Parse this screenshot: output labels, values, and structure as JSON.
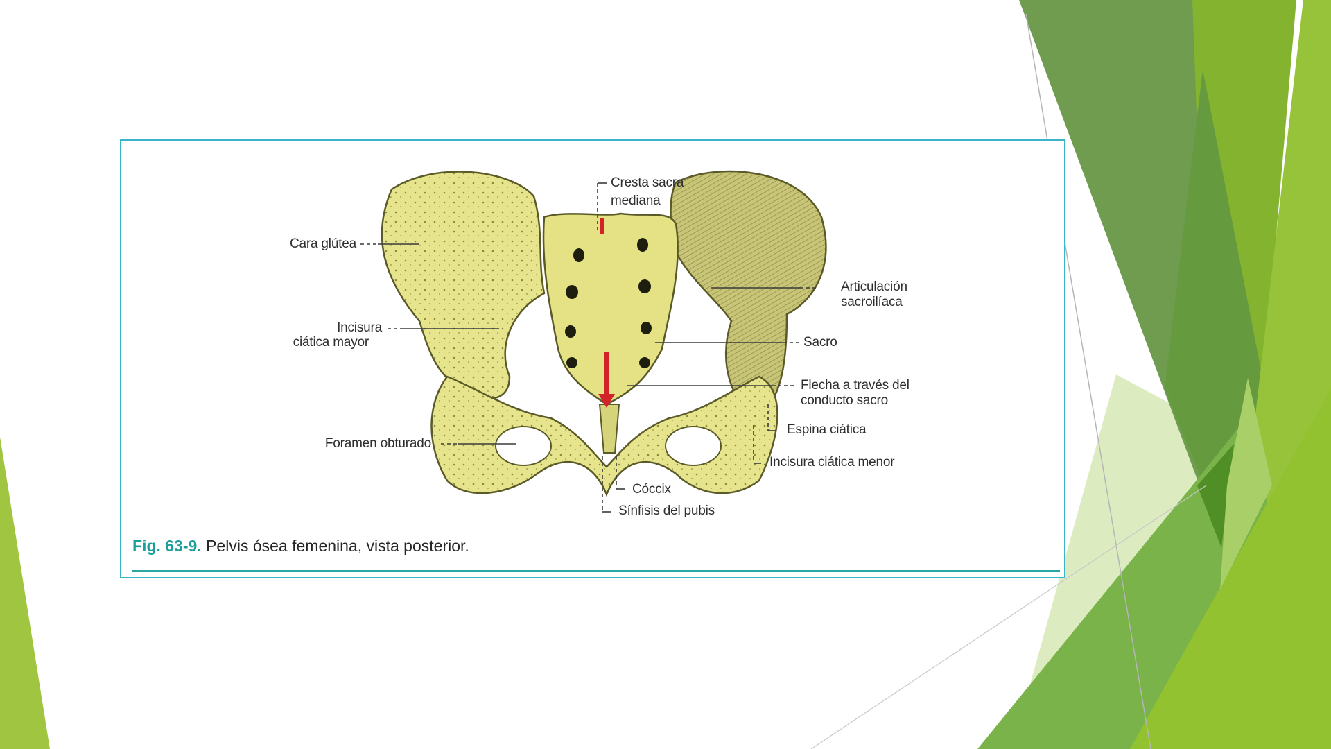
{
  "slide": {
    "theme_colors": {
      "dark_green": "#6f9c4f",
      "mid_green": "#669a3f",
      "lime": "#84b42f",
      "light_lime": "#97c33a",
      "pale_green": "#dcebc0",
      "accent_teal": "#1c9e9c",
      "frame_border": "#3cb4c8"
    }
  },
  "figure": {
    "labels": {
      "cresta_sacra": "Cresta sacra",
      "cresta_sacra_2": "mediana",
      "cara_glutea": "Cara glútea",
      "incisura_mayor": "Incisura",
      "incisura_mayor_2": "ciática mayor",
      "articulacion": "Articulación",
      "articulacion_2": "sacroilíaca",
      "sacro": "Sacro",
      "flecha": "Flecha a través del",
      "flecha_2": "conducto sacro",
      "espina": "Espina ciática",
      "incisura_menor": "Incisura ciática menor",
      "foramen": "Foramen obturado",
      "coccix": "Cóccix",
      "sinfisis": "Sínfisis del pubis"
    },
    "caption": {
      "number": "Fig. 63-9.",
      "text": "Pelvis ósea femenina, vista posterior."
    }
  }
}
